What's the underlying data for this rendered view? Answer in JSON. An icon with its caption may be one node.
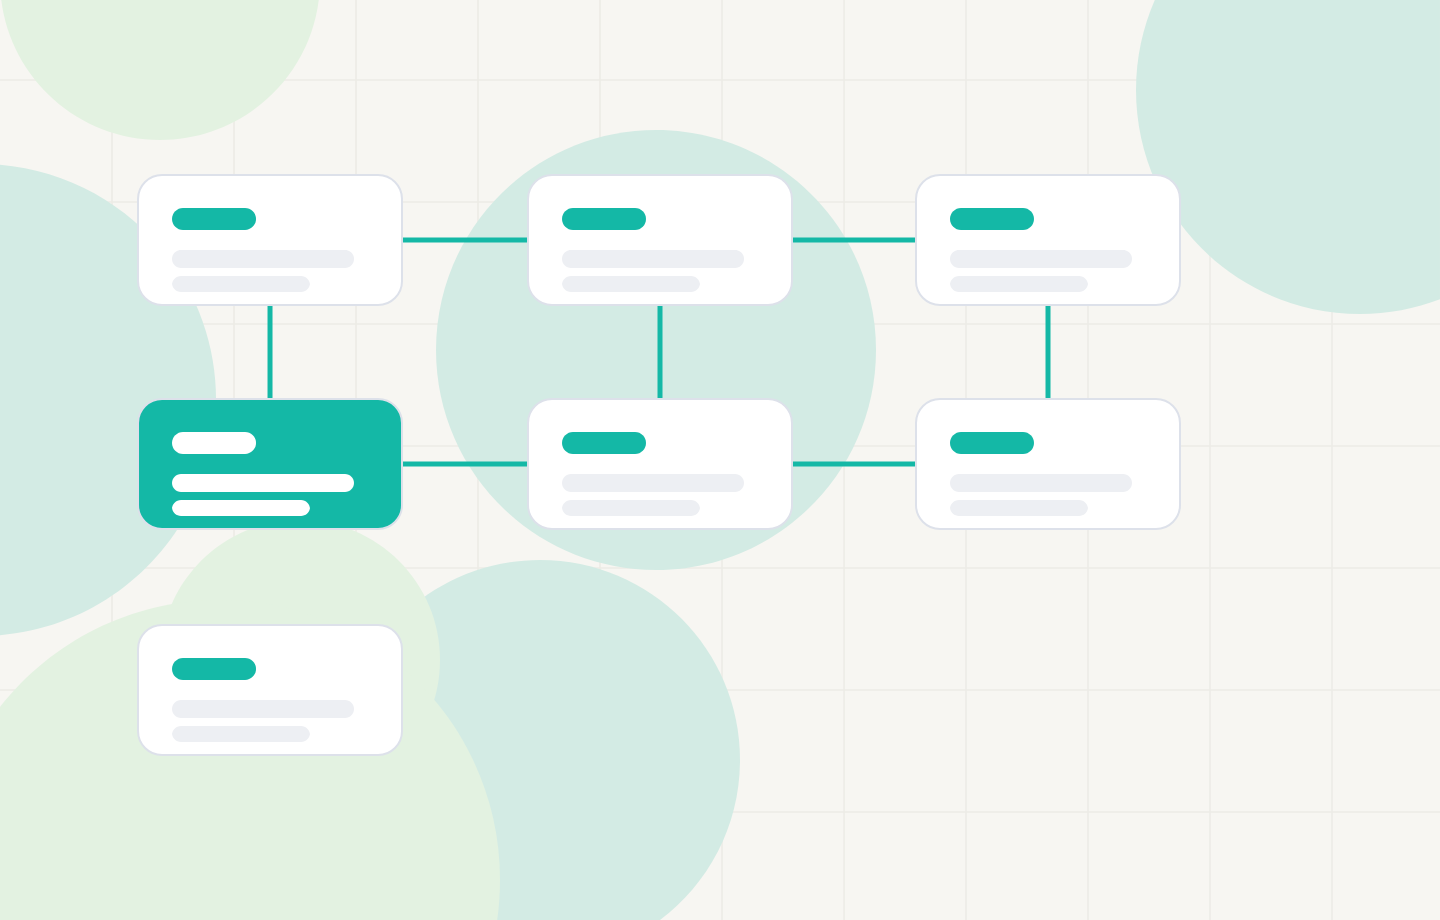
{
  "diagram": {
    "nodes": [
      {
        "text": [],
        "shape": "box"
      },
      {
        "text": [],
        "shape": "box"
      },
      {
        "text": [],
        "shape": "box"
      },
      {
        "text": [],
        "shape": "box"
      },
      {
        "text": [],
        "shape": "box"
      },
      {
        "text": [],
        "shape": "box"
      },
      {
        "text": [],
        "shape": "box"
      }
    ],
    "edges": [
      {
        "from": 0,
        "to": 1,
        "arrow": "none"
      },
      {
        "from": 1,
        "to": 2,
        "arrow": "none"
      },
      {
        "from": 0,
        "to": 3,
        "arrow": "none"
      },
      {
        "from": 1,
        "to": 4,
        "arrow": "none"
      },
      {
        "from": 2,
        "to": 5,
        "arrow": "none"
      },
      {
        "from": 3,
        "to": 4,
        "arrow": "none"
      },
      {
        "from": 4,
        "to": 5,
        "arrow": "none"
      }
    ]
  }
}
